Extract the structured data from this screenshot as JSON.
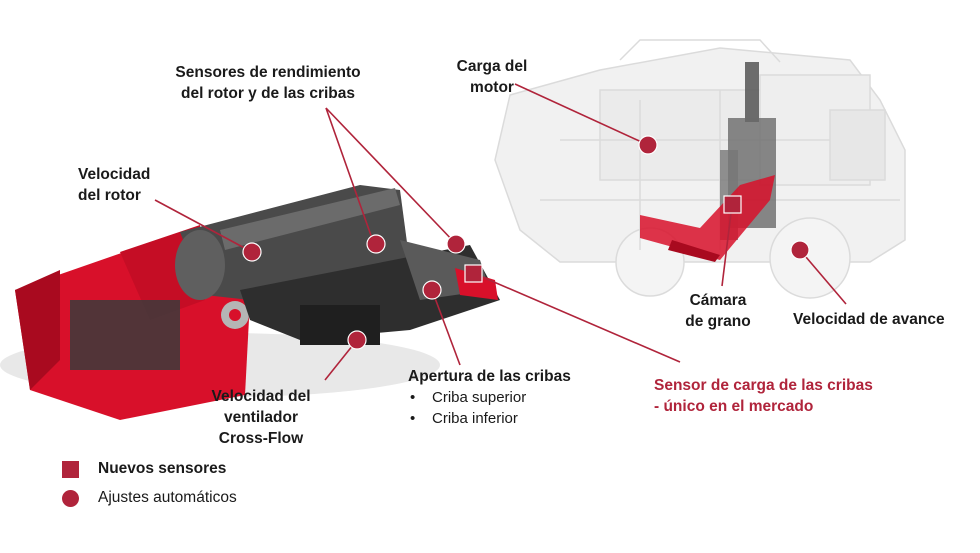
{
  "labels": {
    "sensores_line1": "Sensores de rendimiento",
    "sensores_line2": "del rotor y de las cribas",
    "carga_line1": "Carga del",
    "carga_line2": "motor",
    "vel_rotor_line1": "Velocidad",
    "vel_rotor_line2": "del rotor",
    "camara_line1": "Cámara",
    "camara_line2": "de grano",
    "vel_avance": "Velocidad de avance",
    "apertura_title": "Apertura de las cribas",
    "apertura_items": [
      "Criba superior",
      "Criba inferior"
    ],
    "ventilador_line1": "Velocidad del",
    "ventilador_line2": "ventilador",
    "ventilador_line3": "Cross-Flow",
    "sensor_carga_line1": "Sensor de carga de las cribas",
    "sensor_carga_line2": "- único en el mercado"
  },
  "legend": {
    "new_sensors": "Nuevos sensores",
    "auto_adjust": "Ajustes automáticos"
  },
  "icons": {
    "new_sensor_marker": "square-marker",
    "auto_adjust_marker": "circle-marker",
    "bullet": "•"
  },
  "colors": {
    "accent": "#b0243b",
    "machine_red": "#d8102a",
    "text": "#1a1a1a"
  }
}
